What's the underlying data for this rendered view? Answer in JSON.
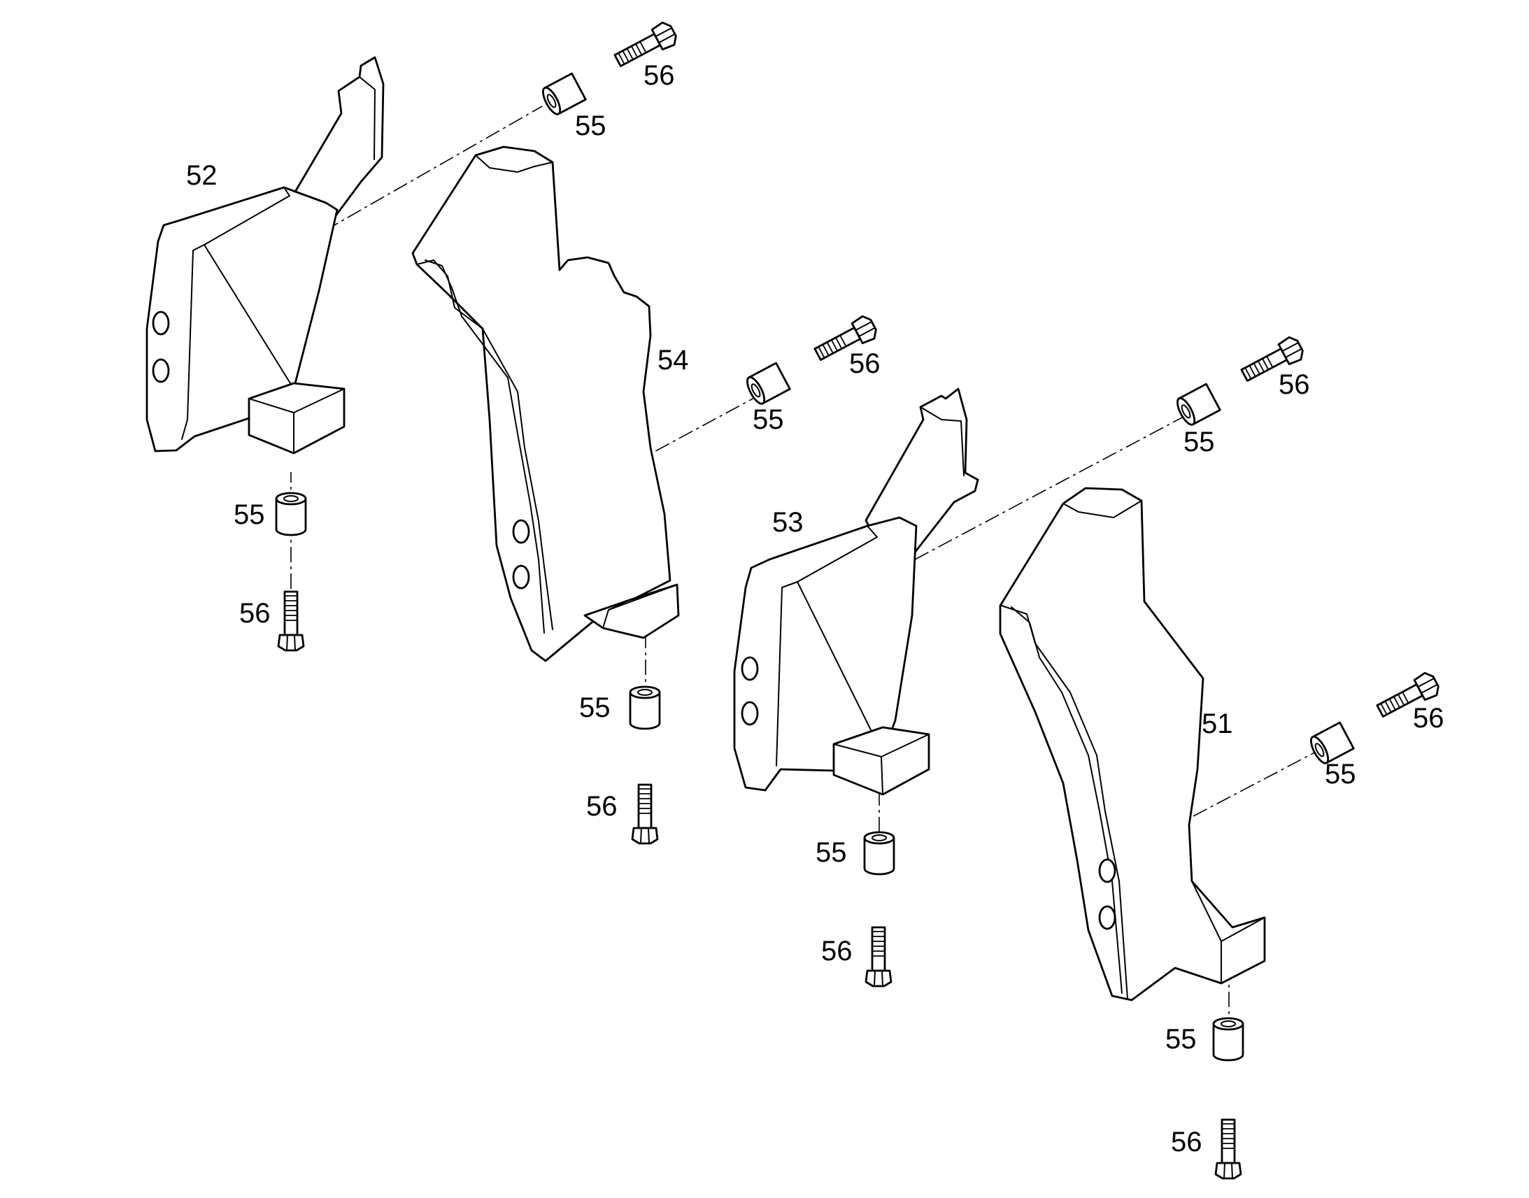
{
  "diagram": {
    "labels": {
      "l51": "51",
      "l52": "52",
      "l53": "53",
      "l54": "54",
      "l55_a": "55",
      "l56_a": "56",
      "l55_b": "55",
      "l56_b": "56",
      "l55_c": "55",
      "l56_c": "56",
      "l55_d": "55",
      "l56_d": "56",
      "l55_e": "55",
      "l56_e": "56",
      "l55_f": "55",
      "l56_f": "56",
      "l55_g": "55",
      "l56_g": "56",
      "l55_h": "55",
      "l56_h": "56"
    }
  }
}
